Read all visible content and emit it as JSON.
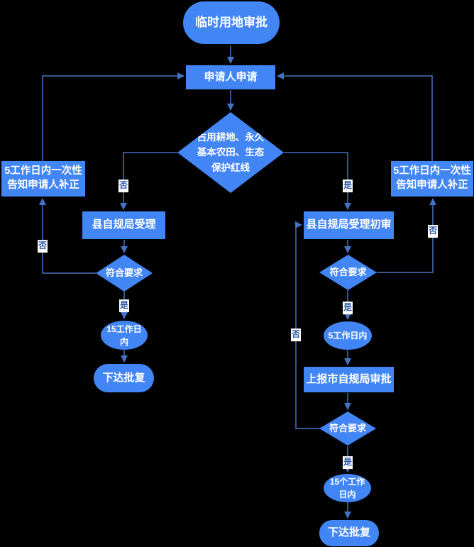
{
  "colors": {
    "background": "#000000",
    "shape_fill": "#4285f4",
    "connector": "#4472c4",
    "shape_text": "#ffffff",
    "edge_label_bg": "#ffffff",
    "edge_label_text": "#2e5aa8"
  },
  "diagram": {
    "title": "临时用地审批",
    "nodes": {
      "start": {
        "type": "terminator",
        "label": "临时用地审批"
      },
      "apply": {
        "type": "process",
        "label": "申请人申请"
      },
      "decision_occupy": {
        "type": "decision",
        "label": "占用耕地、永久\n基本农田、生态\n保护红线"
      },
      "notify_left": {
        "type": "process",
        "label": "5工作日内一次性\n告知申请人补正"
      },
      "notify_right": {
        "type": "process",
        "label": "5工作日内一次性\n告知申请人补正"
      },
      "county_accept": {
        "type": "process",
        "label": "县自规局受理"
      },
      "county_review": {
        "type": "process",
        "label": "县自规局受理初审"
      },
      "check_left": {
        "type": "decision",
        "label": "符合要求"
      },
      "check_right": {
        "type": "decision",
        "label": "符合要求"
      },
      "check_final": {
        "type": "decision",
        "label": "符合要求"
      },
      "days15_left": {
        "type": "ellipse",
        "label": "15工作日\n内"
      },
      "days5_right": {
        "type": "ellipse",
        "label": "5工作日内"
      },
      "report_city": {
        "type": "process",
        "label": "上报市自规局审批"
      },
      "days15_right": {
        "type": "ellipse",
        "label": "15个工作\n日内"
      },
      "reply_left": {
        "type": "terminator",
        "label": "下达批复"
      },
      "reply_right": {
        "type": "terminator",
        "label": "下达批复"
      }
    },
    "edge_labels": {
      "no_to_accept": "否",
      "yes_to_review": "是",
      "no_left_feedback": "否",
      "yes_left": "是",
      "no_right_feedback": "否",
      "yes_right": "是",
      "no_final_feedback": "否",
      "yes_final": "是"
    }
  }
}
